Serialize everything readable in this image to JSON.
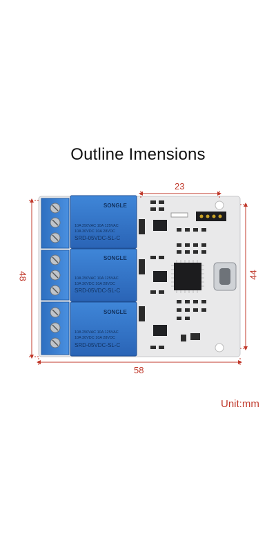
{
  "title": "Outline Imensions",
  "unit": "Unit:mm",
  "dimensions": {
    "top": "23",
    "left": "48",
    "right": "44",
    "bottom": "58"
  },
  "relay_markings": {
    "brand": "SONGLE",
    "line1": "10A 250VAC  10A 125VAC",
    "line2": "10A 30VDC   10A 28VDC",
    "model": "SRD-05VDC-SL-C"
  },
  "colors": {
    "dimension": "#c0392b",
    "relay_blue": "#2f72c8",
    "terminal_blue": "#3a7fd0",
    "pcb": "#e9e9ea"
  }
}
